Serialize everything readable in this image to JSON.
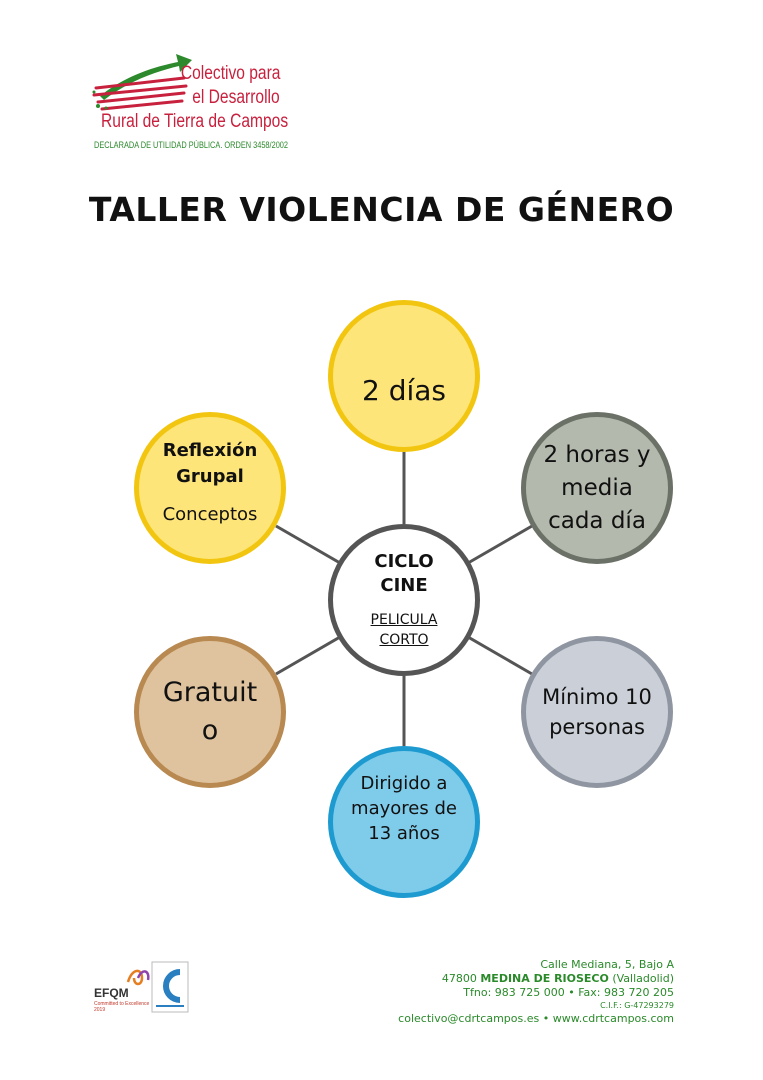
{
  "logo": {
    "line1": "Colectivo para",
    "line2": "el Desarrollo",
    "line3": "Rural de Tierra de Campos",
    "subtitle": "DECLARADA DE UTILIDAD PÚBLICA. ORDEN 3458/2002"
  },
  "title": "TALLER VIOLENCIA DE GÉNERO",
  "center": {
    "title": "CICLO CINE",
    "subtitle": "PELICULA CORTO"
  },
  "nodes": {
    "top": "2 días",
    "top_right": "2 horas y media cada día",
    "bottom_right": "Mínimo 10 personas",
    "bottom": "Dirigido a mayores de 13 años",
    "bottom_left": "Gratuito",
    "top_left_title": "Reflexión Grupal",
    "top_left_sub": "Conceptos"
  },
  "footer": {
    "efqm": "EFQM",
    "efqm_sub1": "Committed to Excellence",
    "efqm_sub2": "2019",
    "address_line1": "Calle Mediana, 5, Bajo A",
    "postcode": "47800",
    "city": "MEDINA DE RIOSECO",
    "province": "(Valladolid)",
    "phones": "Tfno: 983 725 000 • Fax: 983 720 205",
    "cif": "C.I.F.: G-47293279",
    "web": "colectivo@cdrtcampos.es • www.cdrtcampos.com"
  },
  "colors": {
    "logo_red": "#c8213e",
    "logo_green": "#2c8a2c",
    "yellow_fill": "#fde57a",
    "yellow_border": "#f2c610",
    "blue_fill": "#7fcbea",
    "blue_border": "#1d9ad0"
  }
}
